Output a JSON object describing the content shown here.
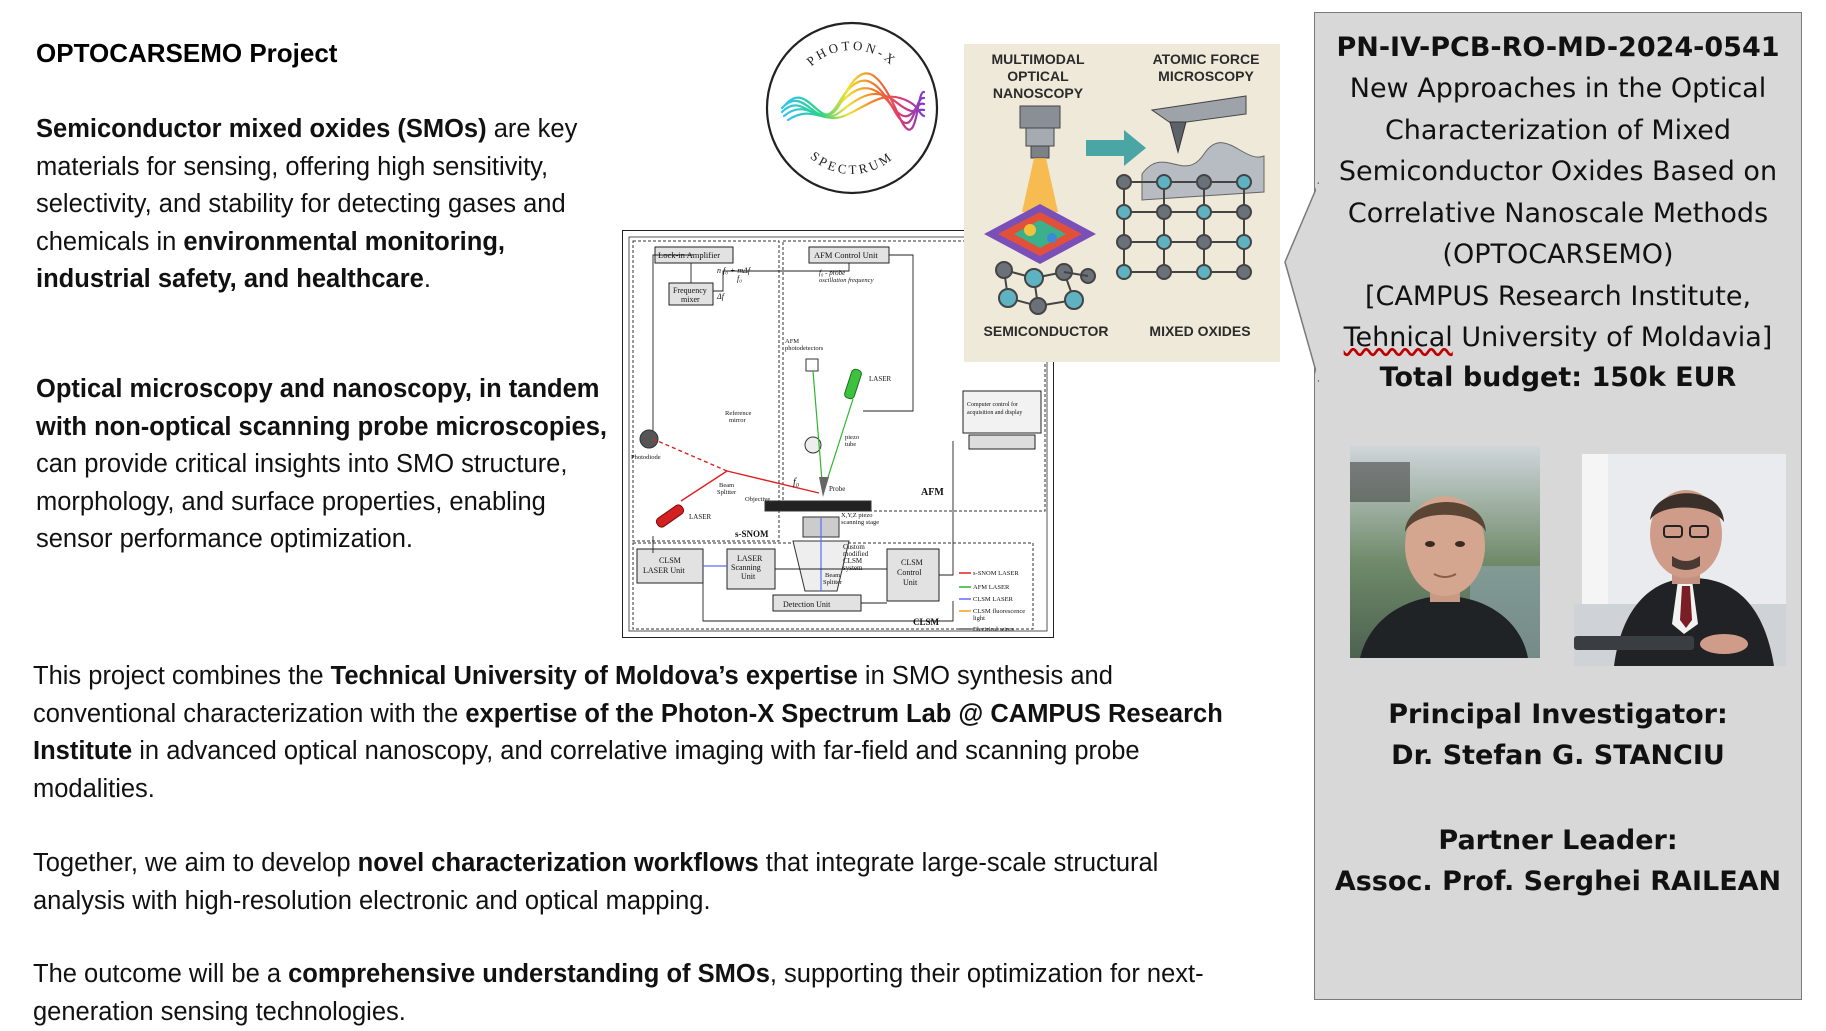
{
  "left": {
    "title": "OPTOCARSEMO Project",
    "p1": {
      "b1": "Semiconductor mixed oxides (SMOs)",
      "t1": " are key materials for sensing, offering high sensitivity, selectivity, and stability for detecting gases and chemicals in ",
      "b2": "environmental monitoring, industrial safety, and healthcare",
      "t2": "."
    },
    "p2": {
      "b1": "Optical microscopy and nanoscopy, in tandem with non-optical scanning probe microscopies,",
      "t1": " can provide critical insights into SMO structure, morphology, and surface properties, enabling sensor performance optimization."
    },
    "p3": {
      "t1": "This project combines the ",
      "b1": "Technical University of Moldova’s expertise",
      "t2": " in SMO synthesis and conventional characterization with the ",
      "b2": "expertise of the Photon-X Spectrum Lab @ CAMPUS Research Institute",
      "t3": " in advanced optical nanoscopy, and correlative imaging with far-field and scanning probe modalities."
    },
    "p4": {
      "t1": "Together, we aim to develop ",
      "b1": "novel characterization workflows",
      "t2": " that integrate large-scale structural analysis with high-resolution electronic and optical mapping."
    },
    "p5": {
      "t1": "The outcome will be a ",
      "b1": "comprehensive understanding of SMOs",
      "t2": ", supporting their optimization for next-generation sensing technologies."
    }
  },
  "logo": {
    "top_text": "PHOTON-X",
    "bottom_text": "SPECTRUM"
  },
  "setup": {
    "lockin": "Lock-in Amplifier",
    "n_f0": "n f₀ + mΔf",
    "f0": "f₀",
    "freq_mixer_1": "Frequency",
    "freq_mixer_2": "mixer",
    "delta_f": "Δf",
    "afm_unit": "AFM Control Unit",
    "f0_probe_1": "f₀ - probe",
    "f0_probe_2": "oscillation frequency",
    "afm_photo_1": "AFM",
    "afm_photo_2": "photodetectors",
    "laser_green": "LASER",
    "ref_mirror_1": "Reference",
    "ref_mirror_2": "mirror",
    "piezo_1": "piezo",
    "piezo_2": "tube",
    "photodiode": "Photodiode",
    "beam_splitter_1": "Beam",
    "beam_splitter_2": "Splitter",
    "objective": "Objective",
    "laser_red": "LASER",
    "f0_tip": "f₀",
    "probe": "Probe",
    "afm_label": "AFM",
    "snom_label": "s-SNOM",
    "xyz_1": "X,Y,Z piezo",
    "xyz_2": "scanning stage",
    "computer_1": "Computer control for",
    "computer_2": "acquisition and display",
    "custom_1": "Custom",
    "custom_2": "modified",
    "custom_3": "CLSM",
    "custom_4": "system",
    "clsm_laser_1": "CLSM",
    "clsm_laser_2": "LASER Unit",
    "laser_scan_1": "LASER",
    "laser_scan_2": "Scanning",
    "laser_scan_3": "Unit",
    "beam2_1": "Beam",
    "beam2_2": "Splitter",
    "clsm_ctrl_1": "CLSM",
    "clsm_ctrl_2": "Control",
    "clsm_ctrl_3": "Unit",
    "detection": "Detection Unit",
    "clsm_label": "CLSM",
    "legend": [
      {
        "label": "s-SNOM LASER",
        "color": "#e02020"
      },
      {
        "label": "AFM LASER",
        "color": "#2db52d"
      },
      {
        "label": "CLSM LASER",
        "color": "#5a6cff"
      },
      {
        "label": "CLSM fluorescence",
        "color": "#f0a020"
      },
      {
        "label": "light",
        "color": ""
      },
      {
        "label": "Electrical wires",
        "color": "#111111"
      }
    ]
  },
  "illus": {
    "h1": "MULTIMODAL",
    "h2": "OPTICAL",
    "h3": "NANOSCOPY",
    "h4": "ATOMIC FORCE",
    "h5": "MICROSCOPY",
    "b1": "SEMICONDUCTOR",
    "b2": "MIXED OXIDES"
  },
  "panel": {
    "code": "PN-IV-PCB-RO-MD-2024-0541",
    "title_lines": [
      "New Approaches in the Optical",
      "Characterization of Mixed",
      "Semiconductor Oxides Based on",
      "Correlative Nanoscale Methods",
      "(OPTOCARSEMO)",
      "[CAMPUS Research Institute,"
    ],
    "last_line_ul": "Tehnical",
    "last_line_rest": " University of Moldavia]",
    "budget": "Total budget: 150k EUR",
    "pi_label": "Principal Investigator:",
    "pi_name": "Dr. Stefan G. STANCIU",
    "pl_label": "Partner Leader:",
    "pl_name": "Assoc. Prof. Serghei RAILEAN"
  }
}
